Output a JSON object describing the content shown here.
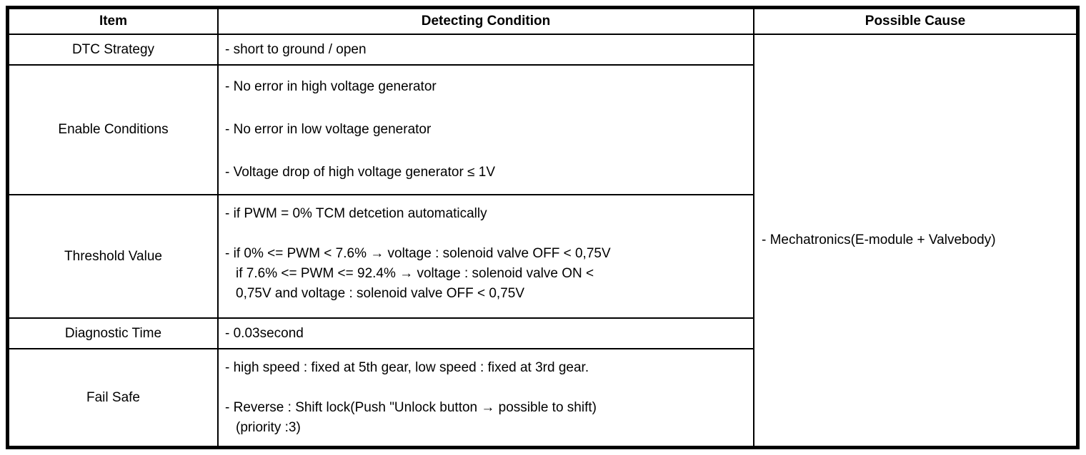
{
  "colors": {
    "ink": "#000000",
    "background": "#ffffff"
  },
  "table": {
    "headers": {
      "item": "Item",
      "detecting_condition": "Detecting Condition",
      "possible_cause": "Possible Cause"
    },
    "rows": [
      {
        "item": "DTC Strategy",
        "conditions": [
          "- short to ground / open"
        ]
      },
      {
        "item": "Enable Conditions",
        "conditions": [
          "- No error in high voltage generator",
          "- No error in low voltage generator",
          "- Voltage drop of high voltage generator ≤ 1V"
        ]
      },
      {
        "item": "Threshold Value",
        "conditions": [
          "- if PWM = 0% TCM detcetion automatically",
          "- if 0% <= PWM < 7.6% → voltage : solenoid valve OFF < 0,75V\nif 7.6% <= PWM <= 92.4% → voltage : solenoid valve ON <\n0,75V and voltage : solenoid valve OFF < 0,75V"
        ]
      },
      {
        "item": "Diagnostic Time",
        "conditions": [
          "- 0.03second"
        ]
      },
      {
        "item": "Fail Safe",
        "conditions": [
          "- high speed : fixed at 5th gear, low speed : fixed at 3rd gear.",
          "- Reverse : Shift lock(Push \"Unlock button → possible to shift)\n(priority :3)"
        ]
      }
    ],
    "possible_cause": "- Mechatronics(E-module + Valvebody)"
  }
}
